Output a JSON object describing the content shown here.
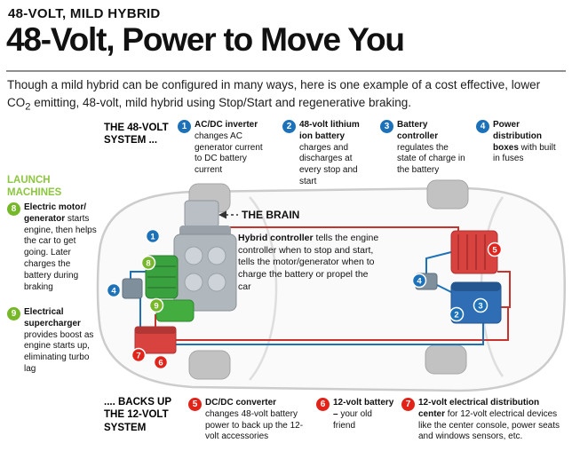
{
  "header": {
    "kicker": "48-VOLT, MILD HYBRID",
    "title": "48-Volt, Power to Move You",
    "intro_before_sub": "Though a mild hybrid can be configured in many ways, here is one example of a cost effective, lower CO",
    "intro_sub": "2",
    "intro_after_sub": " emitting, 48-volt, mild hybrid using Stop/Start and regenerative braking."
  },
  "sections": {
    "top_label": "THE 48-VOLT SYSTEM ...",
    "left_label": "LAUNCH MACHINES",
    "bottom_label": ".... BACKS UP THE 12-VOLT SYSTEM"
  },
  "top_items": [
    {
      "num": "1",
      "bold": "AC/DC inverter",
      "text": " changes AC generator current to DC battery current"
    },
    {
      "num": "2",
      "bold": "48-volt lithium ion battery",
      "text": " charges and discharges at every stop and start"
    },
    {
      "num": "3",
      "bold": "Battery controller",
      "text": " regulates the state of charge in the battery"
    },
    {
      "num": "4",
      "bold": "Power distribution boxes",
      "text": " with built in fuses"
    }
  ],
  "left_items": [
    {
      "num": "8",
      "bold": "Electric motor/ generator",
      "text": " starts engine, then helps the car to get going. Later charges the battery during braking"
    },
    {
      "num": "9",
      "bold": "Electrical supercharger",
      "text": " provides boost as engine starts up, eliminating turbo lag"
    }
  ],
  "bottom_items": [
    {
      "num": "5",
      "bold": "DC/DC converter",
      "text": " changes 48-volt battery power to back up the 12-volt accessories"
    },
    {
      "num": "6",
      "bold": "12-volt battery –",
      "text": " your old friend"
    },
    {
      "num": "7",
      "bold": "12-volt electrical distribution center",
      "text": " for 12-volt electrical devices like the center console, power seats and windows sensors, etc."
    }
  ],
  "diagram": {
    "brain_label": "THE BRAIN",
    "controller_bold": "Hybrid controller",
    "controller_text": " tells the engine controller when to stop and start, tells the motor/generator when to charge the battery or propel the car",
    "badges": {
      "b1": "1",
      "b2": "2",
      "b3": "3",
      "b4_left": "4",
      "b4_right": "4",
      "b5": "5",
      "b6": "6",
      "b7": "7",
      "b8": "8",
      "b9": "9"
    },
    "colors": {
      "badge_blue": "#1d71b8",
      "badge_red": "#e2231a",
      "badge_green": "#76b82a",
      "wire_blue": "#1d71b8",
      "wire_red": "#c8332e",
      "launch_green": "#8cc63e"
    }
  }
}
